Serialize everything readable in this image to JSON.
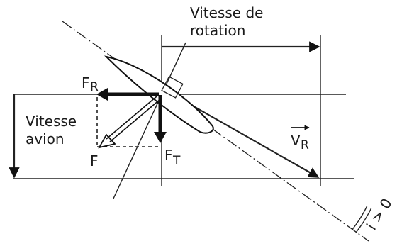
{
  "labels": {
    "rotation_speed_line1": "Vitesse de",
    "rotation_speed_line2": "rotation",
    "plane_speed_line1": "Vitesse",
    "plane_speed_line2": "avion",
    "fr": "F",
    "fr_sub": "R",
    "ft": "F",
    "ft_sub": "T",
    "f": "F",
    "vr": "V",
    "vr_sub": "R",
    "incidence": "i > 0"
  },
  "colors": {
    "ink": "#111111",
    "paper": "#ffffff"
  }
}
